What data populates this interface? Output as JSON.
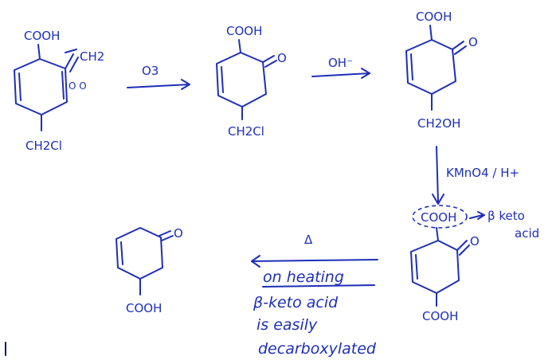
{
  "scheme": {
    "m1": {
      "top": "COOH",
      "sub_bottom": "CH2Cl",
      "alkene_label": "CH2",
      "ozonide_mark": "O O"
    },
    "step1": {
      "reagent": "O3"
    },
    "m2": {
      "top": "COOH",
      "carbonyl": "O",
      "sub_bottom": "CH2Cl"
    },
    "step2": {
      "reagent": "OH⁻"
    },
    "m3": {
      "top": "COOH",
      "carbonyl": "O",
      "sub_bottom": "CH2OH"
    },
    "step3": {
      "reagent": "KMnO4 / H+"
    },
    "m4": {
      "top": "COOH",
      "carbonyl": "O",
      "sub_bottom": "COOH",
      "callout": "β keto",
      "callout2": "acid"
    },
    "step4": {
      "reagent": "Δ",
      "condition": "on heating",
      "note": [
        "β-keto acid",
        "is easily",
        "decarboxylated"
      ]
    },
    "m5": {
      "carbonyl": "O",
      "sub_bottom": "COOH"
    }
  }
}
